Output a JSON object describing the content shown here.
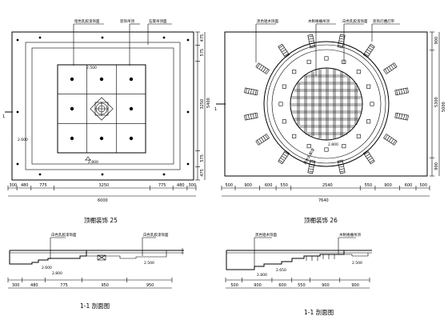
{
  "views": {
    "plan_a": {
      "title": "顶棚装饰 25",
      "labels": [
        "暗色乳胶漆饰面",
        "装饰吊顶",
        "石膏吊顶面"
      ],
      "level_top": "2.500",
      "level_bottom": "2.600",
      "level_center": "2.800",
      "section_mark": "1",
      "dims_right": [
        "475",
        "575",
        "3250",
        "575",
        "475"
      ],
      "dims_bottom": [
        "300",
        "480",
        "775",
        "3250",
        "775",
        "480",
        "300"
      ],
      "overall_bottom": "6000",
      "overall_right": "5400"
    },
    "plan_b": {
      "title": "顶棚装饰 26",
      "labels": [
        "黑色铝木饰面",
        "木制格栅吊顶",
        "白色乳胶漆饰面",
        "装饰灯槽灯带"
      ],
      "ring_label": "黑色乳胶漆",
      "dims_right": [
        "900",
        "5300",
        "900"
      ],
      "dims_bottom": [
        "500",
        "900",
        "600",
        "550",
        "2540",
        "550",
        "900",
        "600",
        "500"
      ],
      "overall_bottom": "7640",
      "overall_right": "5000",
      "level_center": "2.800"
    },
    "section_a": {
      "title": "1-1 剖面图",
      "labels": [
        "白色乳胶漆饰面",
        "白色乳胶漆饰面"
      ],
      "levels": [
        "2.800",
        "2.600",
        "2.500"
      ],
      "dims": [
        "300",
        "480",
        "775",
        "950",
        "950"
      ]
    },
    "section_b": {
      "title": "1-1 剖面图",
      "labels": [
        "黑色铝木饰面",
        "木制格栅吊顶"
      ],
      "levels": [
        "2.800",
        "2.650",
        "2.500"
      ],
      "dims": [
        "500",
        "900",
        "600",
        "550",
        "900",
        "900"
      ]
    }
  },
  "colors": {
    "line": "#000000",
    "background": "#ffffff"
  }
}
